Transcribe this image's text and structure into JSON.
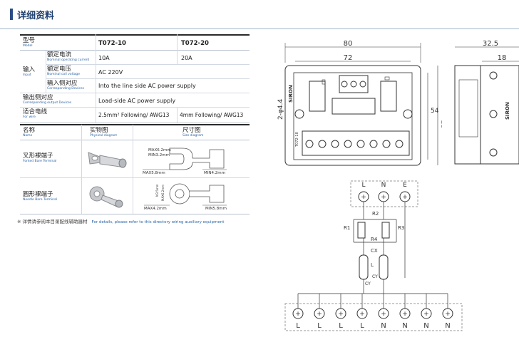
{
  "header": {
    "title": "详细资料"
  },
  "spec": {
    "model_cn": "型号",
    "model_en": "Model",
    "model_a": "T072-10",
    "model_b": "T072-20",
    "input_cn": "输入",
    "input_en": "Input",
    "rated_current_cn": "额定电流",
    "rated_current_en": "Nominal operating current",
    "rated_current_a": "10A",
    "rated_current_b": "20A",
    "coil_voltage_cn": "额定电压",
    "coil_voltage_en": "Nominal coil voltage",
    "coil_voltage_val": "AC 220V",
    "input_side_cn": "输入侧对应",
    "input_side_en": "Corresponding Devices",
    "input_side_val": "Into the line side AC power supply",
    "output_cn": "输出侧对应",
    "output_en": "Corresponding output Devices",
    "output_val": "Load-side AC power supply",
    "wire_cn": "适合电线",
    "wire_en": "For wire",
    "wire_a": "2.5mm² Following/ AWG13",
    "wire_b": "4mm  Following/ AWG13"
  },
  "terminals": {
    "col_name_cn": "名称",
    "col_name_en": "Name",
    "col_phys_cn": "实物图",
    "col_phys_en": "Physical diagram",
    "col_size_cn": "尺寸图",
    "col_size_en": "Size diagram",
    "forked_cn": "叉形裸端子",
    "forked_en": "Forked Bare Terminal",
    "forked_dims": {
      "max_w": "MAX6.2mm",
      "min_h": "MIN3.2mm",
      "max_b": "MAX5.8mm",
      "min_l": "MIN4.2mm"
    },
    "ring_cn": "圆形裸端子",
    "ring_en": "Needle Bare Terminal",
    "ring_dims": {
      "m3": "M3.5mm",
      "max_r": "MAX6.2mm",
      "max_b": "MAX4.2mm",
      "min_l": "MIN5.8mm"
    }
  },
  "note": {
    "cn": "※ 详情请参阅本目录配线辅助器材",
    "en": "For details, please refer to this directory wiring auxiliary equipment"
  },
  "drawing": {
    "front": {
      "w80": "80",
      "w72": "72",
      "h54": "54",
      "h57": "57",
      "holes": "2-φ4.4",
      "brand": "SIRON",
      "model": "T072-10"
    },
    "side": {
      "w32": "32.5",
      "w18": "18",
      "brand": "SIRON"
    }
  },
  "circuit": {
    "top": [
      "L",
      "N",
      "E"
    ],
    "parts": [
      "R2",
      "R1",
      "R3",
      "R4",
      "CX",
      "L",
      "CY",
      "CY"
    ],
    "bottom": [
      "L",
      "L",
      "L",
      "L",
      "N",
      "N",
      "N",
      "N"
    ]
  }
}
